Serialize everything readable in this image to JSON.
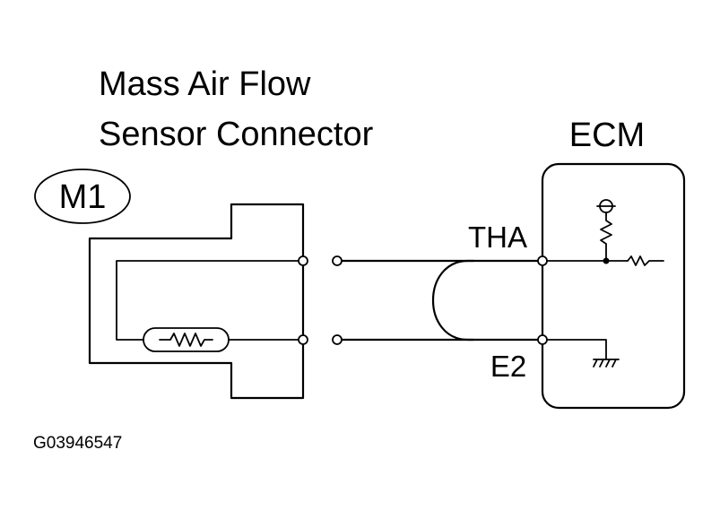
{
  "title_line1": "Mass Air Flow",
  "title_line2": "Sensor Connector",
  "connector_code": "M1",
  "ecm_label": "ECM",
  "terminals": {
    "signal": "THA",
    "ground": "E2"
  },
  "figure_code": "G03946547",
  "icons": {
    "thermistor": "thermistor-icon",
    "ground": "ground-icon",
    "voltage_source": "voltage-source-icon",
    "resistor": "resistor-icon"
  },
  "colors": {
    "line": "#000000",
    "background": "#ffffff"
  }
}
